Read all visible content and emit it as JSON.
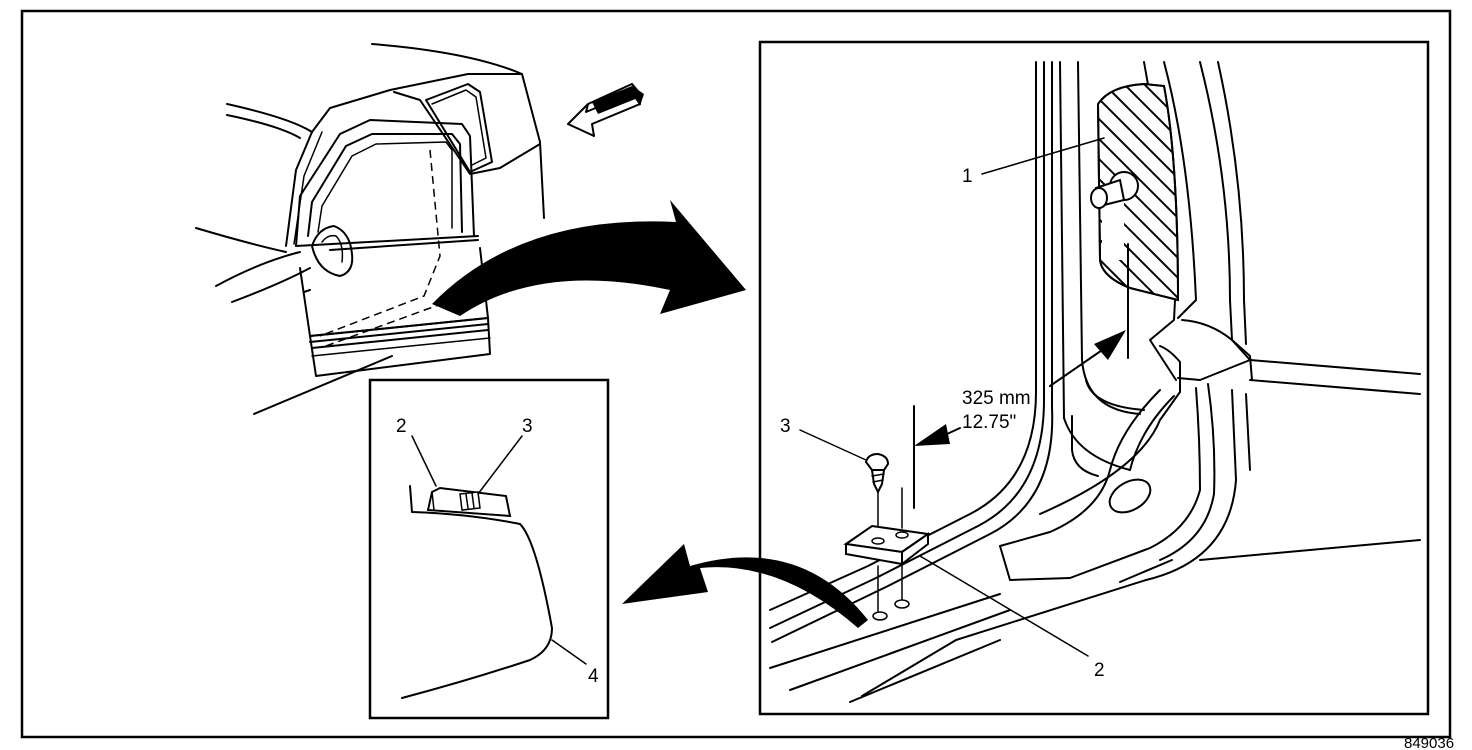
{
  "callouts": {
    "main_1": "1",
    "main_3": "3",
    "main_2": "2",
    "inset_2": "2",
    "inset_3": "3",
    "inset_4": "4"
  },
  "dimension": {
    "metric": "325 mm",
    "imperial": "12.75\""
  },
  "figure_number": "849036",
  "colors": {
    "line": "#000000",
    "background": "#ffffff"
  },
  "icons": {
    "view_direction": "view-direction-arrow-icon",
    "callout_right": "curved-arrow-right-icon",
    "callout_left": "curved-arrow-left-icon"
  }
}
